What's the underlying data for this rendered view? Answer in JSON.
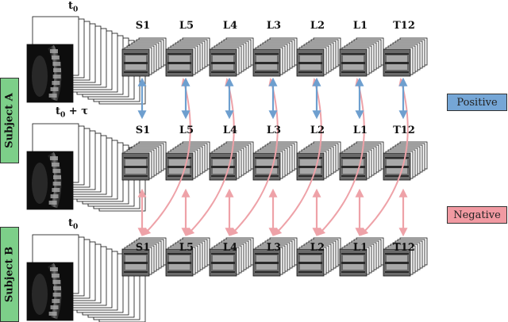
{
  "subjects": {
    "a_label": "Subject A",
    "b_label": "Subject B"
  },
  "time_labels": {
    "row1": "t",
    "row2": "t",
    "row3": "t"
  },
  "levels": [
    "S1",
    "L5",
    "L4",
    "L3",
    "L2",
    "L1",
    "T12"
  ],
  "legend": {
    "positive": "Positive",
    "positive_color": "#75a6d6",
    "negative": "Negative",
    "negative_color": "#f19aa2"
  },
  "arrow_colors": {
    "positive": "#6e9fcf",
    "negative": "#eea2a8"
  },
  "volume_images": [
    "sagittal-spine-mri-subject-a-t0",
    "sagittal-spine-mri-subject-a-t0-plus-tau",
    "sagittal-spine-mri-subject-b-t0"
  ],
  "vertebra_images": [
    "axial-vertebra-mri-stack"
  ]
}
